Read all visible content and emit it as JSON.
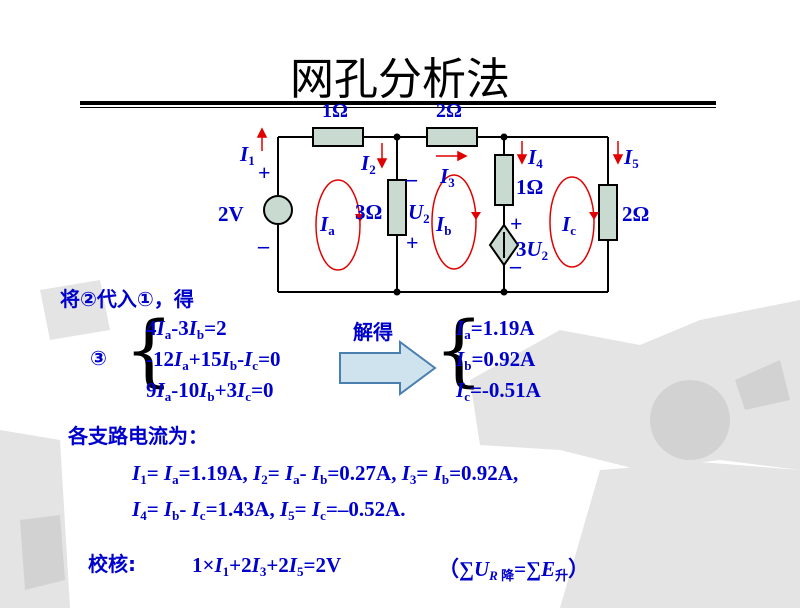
{
  "title": "网孔分析法",
  "circuit": {
    "r_top1": "1Ω",
    "r_top2": "2Ω",
    "source_v": "2V",
    "r_mid": "3Ω",
    "r_i4": "1Ω",
    "r_right": "2Ω",
    "plus": "+",
    "minus": "–",
    "I": "I",
    "U": "U",
    "s1": "1",
    "s2": "2",
    "s3": "3",
    "s4": "4",
    "s5": "5",
    "sa": "a",
    "sb": "b",
    "sc": "c",
    "dep_coef": "3"
  },
  "substitute": "将②代入①，得",
  "eq_label": "③",
  "solve_label": "解得",
  "equations": [
    {
      "p": [
        "4",
        "a",
        "-3",
        "b",
        "=2"
      ]
    },
    {
      "p": [
        "-12",
        "a",
        "+15",
        "b",
        "-",
        "c",
        "=0"
      ]
    },
    {
      "p": [
        "9",
        "a",
        "-10",
        "b",
        "+3",
        "c",
        "=0"
      ]
    }
  ],
  "solutions": [
    {
      "sub": "a",
      "val": "=1.19A"
    },
    {
      "sub": "b",
      "val": "=0.92A"
    },
    {
      "sub": "c",
      "val": "=-0.51A"
    }
  ],
  "branch_title": "各支路电流为：",
  "branch_line1": {
    "a": "=",
    "b": "=1.19A,",
    "c": "=",
    "d": "- ",
    "e": "=0.27A,",
    "f": "=",
    "g": "=0.92A,"
  },
  "branch_line2": {
    "a": "=",
    "b": "- ",
    "c": "=1.43A,",
    "d": "=",
    "e": "=–0.52A."
  },
  "check_label": "校核:",
  "check_eq": {
    "a": "1×",
    "b": "+2",
    "c": "+2",
    "d": "=2V"
  },
  "check_note": {
    "open": "（",
    "sum": "∑",
    "R": "R",
    "jiang": "降",
    "eq": "=∑",
    "E": "E",
    "sheng": "升",
    "close": "）"
  }
}
